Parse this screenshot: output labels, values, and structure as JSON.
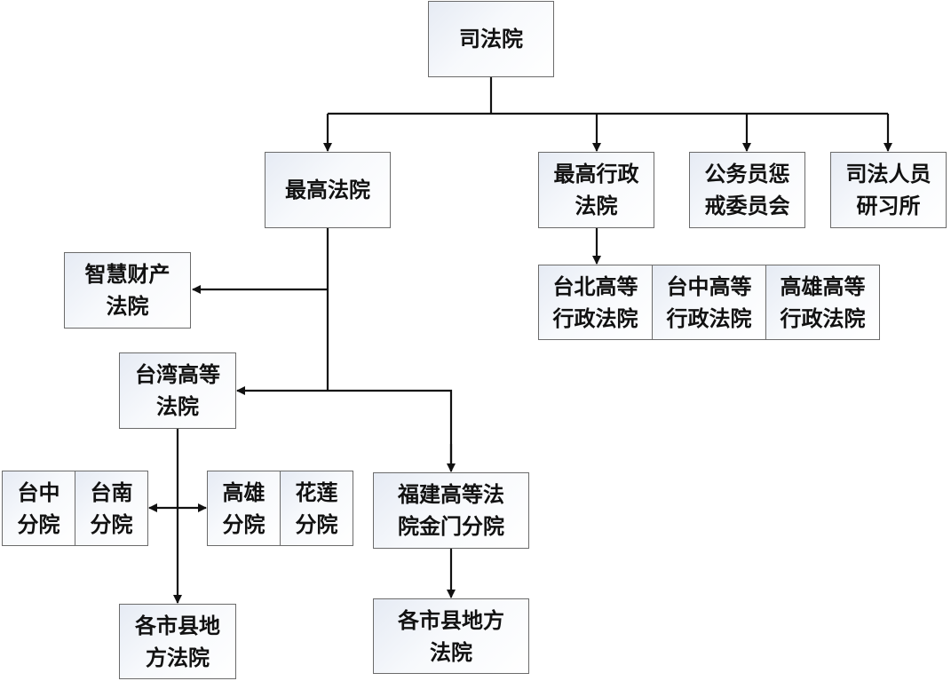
{
  "diagram": {
    "root": "司法院",
    "supreme_court": "最高法院",
    "supreme_admin_court": "最高行政\n法院",
    "disciplinary_commission": "公务员惩\n戒委员会",
    "judicial_training_institute": "司法人员\n研习所",
    "admin_high_courts": [
      "台北高等\n行政法院",
      "台中高等\n行政法院",
      "高雄高等\n行政法院"
    ],
    "ip_court": "智慧财产\n法院",
    "taiwan_high_court": "台湾高等\n法院",
    "branches_left": [
      "台中\n分院",
      "台南\n分院"
    ],
    "branches_right": [
      "高雄\n分院",
      "花莲\n分院"
    ],
    "fujian_high_court": "福建高等法\n院金门分院",
    "district_courts_taiwan": "各市县地\n方法院",
    "district_courts_fujian": "各市县地方\n法院"
  }
}
